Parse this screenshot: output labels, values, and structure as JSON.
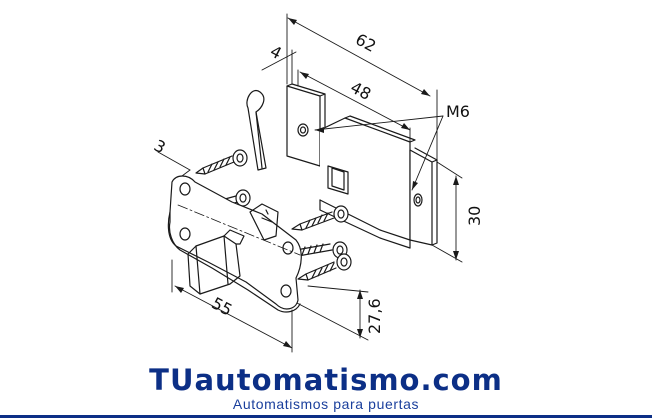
{
  "diagram": {
    "dimensions": {
      "width_62": "62",
      "width_48": "48",
      "thick_4": "4",
      "thick_3": "3",
      "height_30": "30",
      "width_55": "55",
      "height_27_6": "27,6"
    },
    "labels": {
      "thread": "M6"
    }
  },
  "brand": {
    "name": "TUautomatismo.com",
    "tagline": "Automatismos para puertas"
  },
  "colors": {
    "brand_blue": "#0c2f86",
    "line": "#1a1a1a"
  }
}
